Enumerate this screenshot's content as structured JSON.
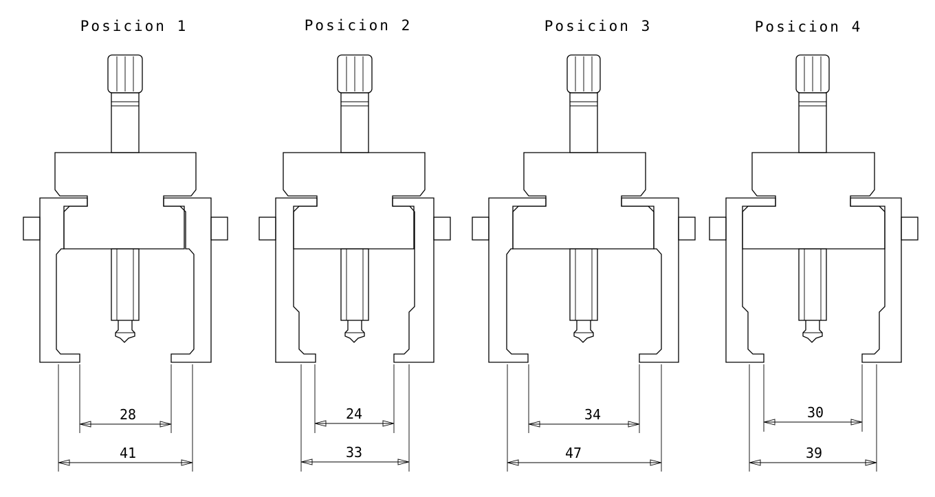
{
  "positions": [
    {
      "title": "Posicion 1",
      "inner_dim": "28",
      "outer_dim": "41"
    },
    {
      "title": "Posicion 2",
      "inner_dim": "24",
      "outer_dim": "33"
    },
    {
      "title": "Posicion 3",
      "inner_dim": "34",
      "outer_dim": "47"
    },
    {
      "title": "Posicion 4",
      "inner_dim": "30",
      "outer_dim": "39"
    }
  ]
}
